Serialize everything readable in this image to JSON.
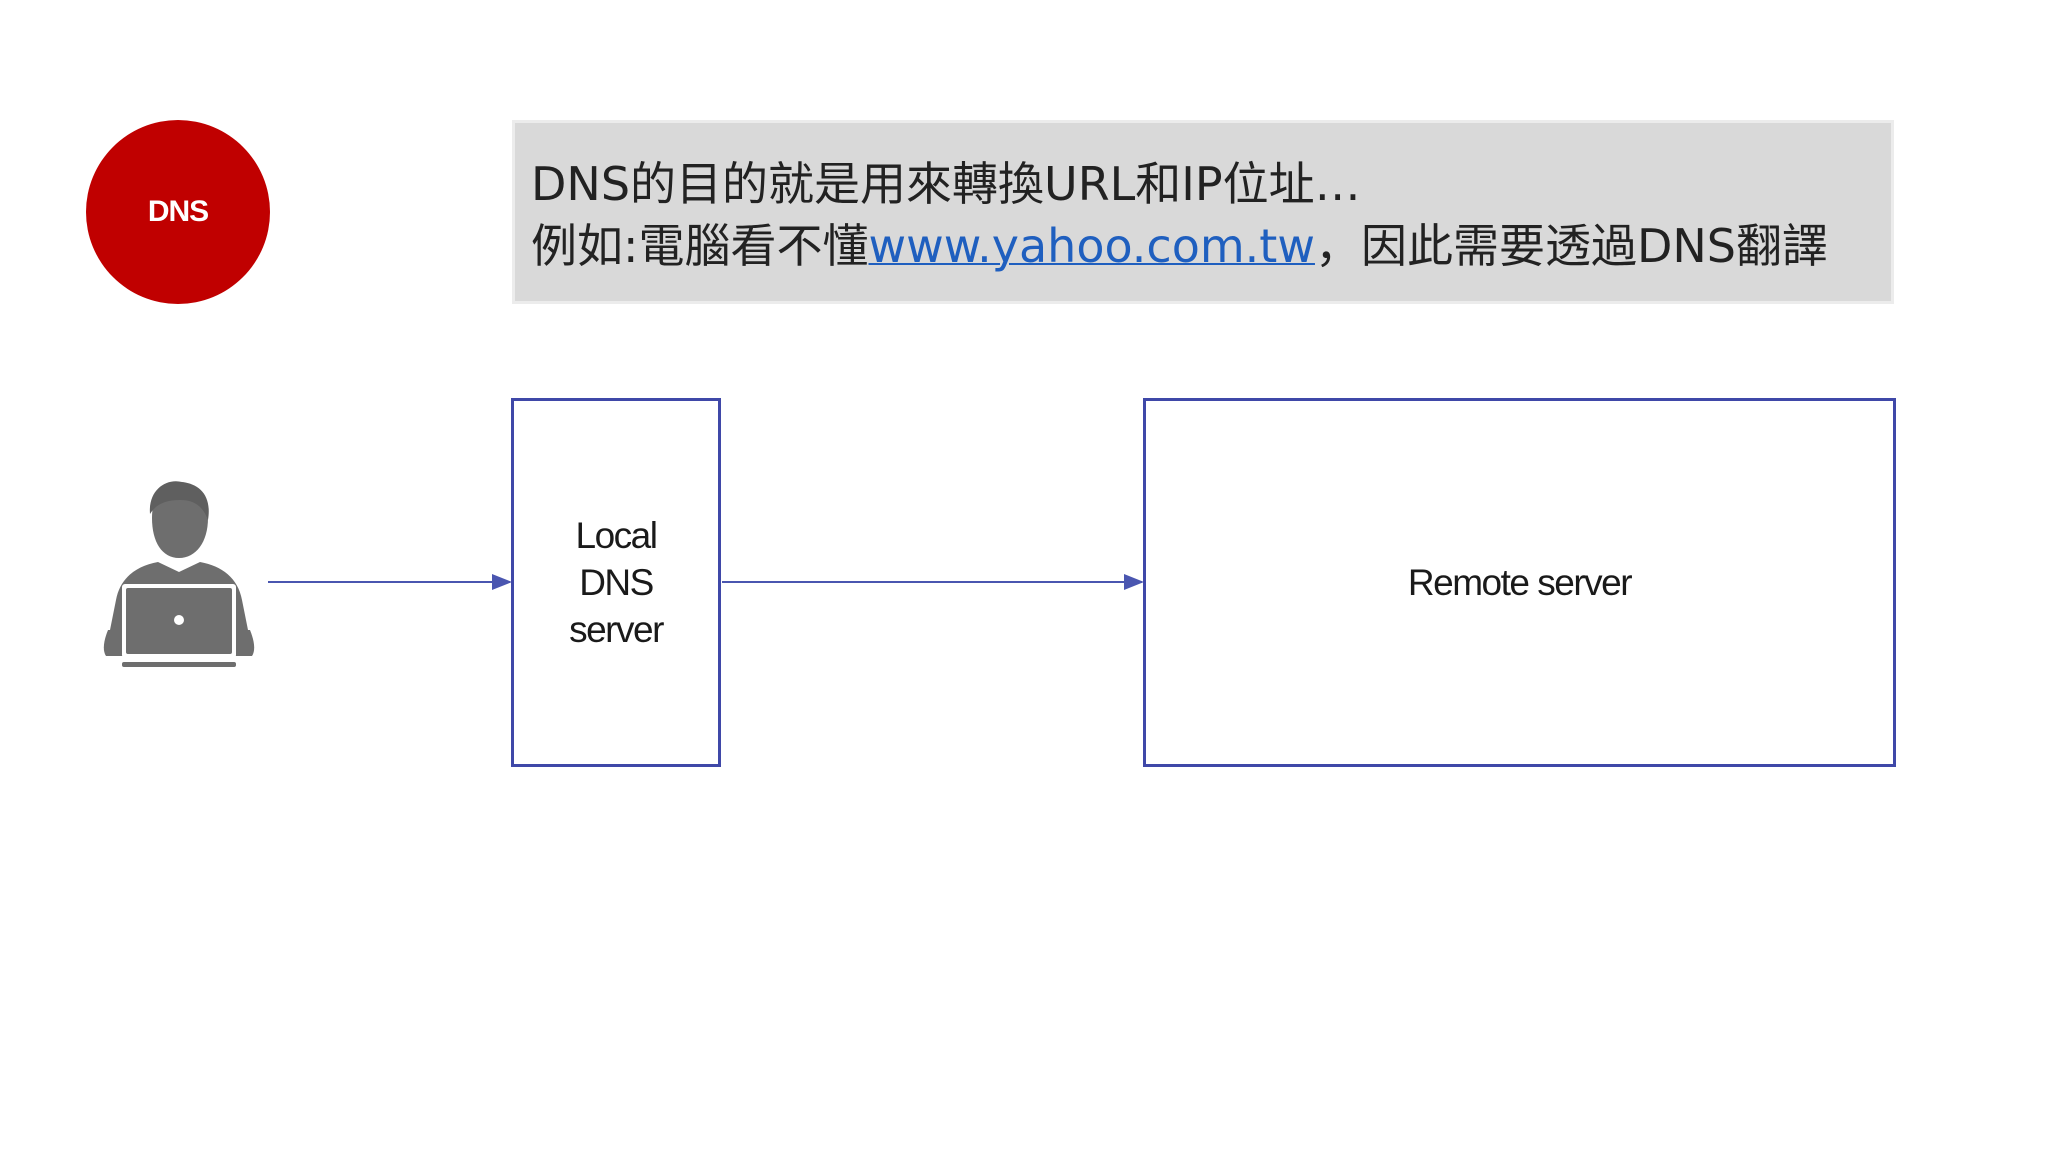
{
  "badge": {
    "label": "DNS"
  },
  "callout": {
    "line1": "DNS的目的就是用來轉換URL和IP位址…",
    "line2_prefix": "例如:電腦看不懂",
    "line2_link": "www.yahoo.com.tw",
    "line2_suffix": "，因此需要透過DNS翻譯"
  },
  "diagram": {
    "user_icon": "person-with-laptop-icon",
    "local_server_label": "Local DNS server",
    "remote_server_label": "Remote server"
  },
  "colors": {
    "badge": "#c00000",
    "callout_background": "#d9d9d9",
    "box_border": "#3f48a8",
    "arrow": "#4a56b0",
    "link": "#1f5fbf",
    "icon": "#6e6e6e"
  }
}
